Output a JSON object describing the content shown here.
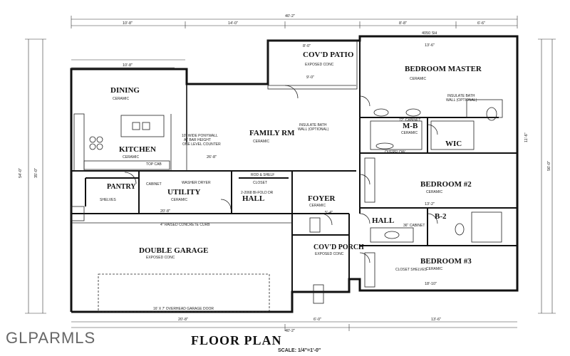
{
  "title": "FLOOR PLAN",
  "scale": "SCALE: 1/4\"=1'-0\"",
  "watermark": "GLPARMLS",
  "rooms": {
    "covd_patio": "COV'D PATIO",
    "patio_sub": "EXPOSED CONC",
    "master_bedroom": "BEDROOM MASTER",
    "master_sub": "CERAMIC",
    "dining": "DINING",
    "dining_sub": "CERAMIC",
    "family": "FAMILY RM",
    "family_sub": "CERAMIC",
    "kitchen": "KITCHEN",
    "kitchen_sub": "CERAMIC",
    "mb": "M-B",
    "mb_sub": "CERAMIC",
    "wic": "WIC",
    "bedroom2": "BEDROOM #2",
    "bedroom2_sub": "CERAMIC",
    "utility": "UTILITY",
    "utility_sub": "CERAMIC",
    "pantry": "PANTRY",
    "hall1": "HALL",
    "foyer": "FOYER",
    "foyer_sub": "CERAMIC",
    "hall2": "HALL",
    "b2": "B-2",
    "garage": "DOUBLE GARAGE",
    "garage_sub": "EXPOSED CONC",
    "covd_porch": "COV'D PORCH",
    "porch_sub": "EXPOSED CONC",
    "bedroom3": "BEDROOM #3",
    "bedroom3_sub": "CERAMIC"
  },
  "notes": {
    "ponywall": "10\" WIDE PONYWALL",
    "ponywall2": "AT BAR HEIGHT",
    "ponywall3": "ONE LEVEL COUNTER",
    "insulate1": "INSULATE BATH",
    "insulate1b": "WALL (OPTIONAL)",
    "insulate2": "INSULATE BATH",
    "insulate2b": "WALL (OPTIONAL)",
    "closet": "CLOSET",
    "bifold": "2-2068 BI-FOLD DR",
    "rod_shelf": "ROD & SHELF",
    "closet_shelves": "CLOSET SHELVES",
    "curb": "4\" RAISED CONCRETE CURB",
    "garage_door": "16' X 7' OVERHEAD GARAGE DOOR",
    "washer_dryer": "WASHER DRYER",
    "cabinet": "CABINET",
    "top_cab": "TOP CAB",
    "shelves": "SHELVES",
    "cabinet72": "72\" CABINET",
    "cabinet36": "36\" CABINET",
    "overflow": "OVERFLOW"
  },
  "dims": {
    "overall_top": "40'-2\"",
    "overall_bottom": "40'-2\"",
    "top_left": "10'-8\"",
    "top_mid": "14'-0\"",
    "top_r1": "8'-8\"",
    "top_r2": "6'-6\"",
    "dining_w": "10'-8\"",
    "family_w": "26'-8\"",
    "garage_w": "20'-8\"",
    "bottom_left": "20'-8\"",
    "bottom_mid": "6'-0\"",
    "bottom_right": "13'-6\"",
    "left_overall": "54'-0\"",
    "left_part": "35'-0\"",
    "right_overall": "56'-0\"",
    "br3_w": "18'-10\"",
    "br2_w": "13'-2\"",
    "master_w": "13'-6\"",
    "h_4050": "4050 SH",
    "h_1": "8'-0\"",
    "h_2": "9'-0\"",
    "h_3": "5'-4\"",
    "h_4": "11'-6\""
  }
}
